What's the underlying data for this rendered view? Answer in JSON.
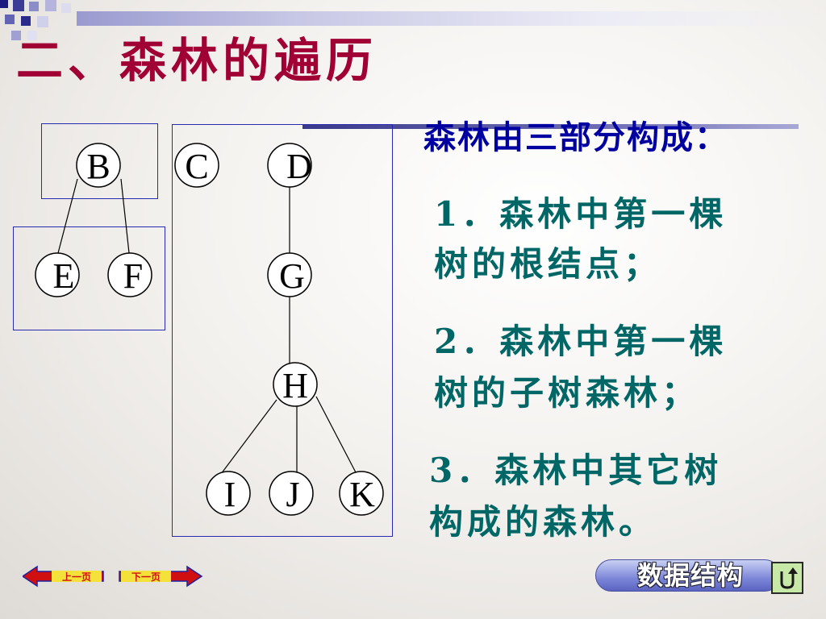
{
  "title": "二、森林的遍历",
  "forest": {
    "nodes": [
      "B",
      "C",
      "D",
      "E",
      "F",
      "G",
      "H",
      "I",
      "J",
      "K"
    ]
  },
  "description": {
    "heading": "森林由三部分构成：",
    "items": [
      {
        "line1": "1．森林中第一棵",
        "line2": "树的根结点；"
      },
      {
        "line1": "2．森林中第一棵",
        "line2": "树的子树森林；"
      },
      {
        "line1": "3．森林中其它树",
        "line2": "构成的森林。"
      }
    ]
  },
  "navigation": {
    "prev_label": "上一页",
    "next_label": "下一页"
  },
  "footer_badge": "数据结构",
  "colors": {
    "title": "#a00033",
    "heading": "#0000a0",
    "items": "#006666",
    "box_border": "#2a2ab0"
  }
}
